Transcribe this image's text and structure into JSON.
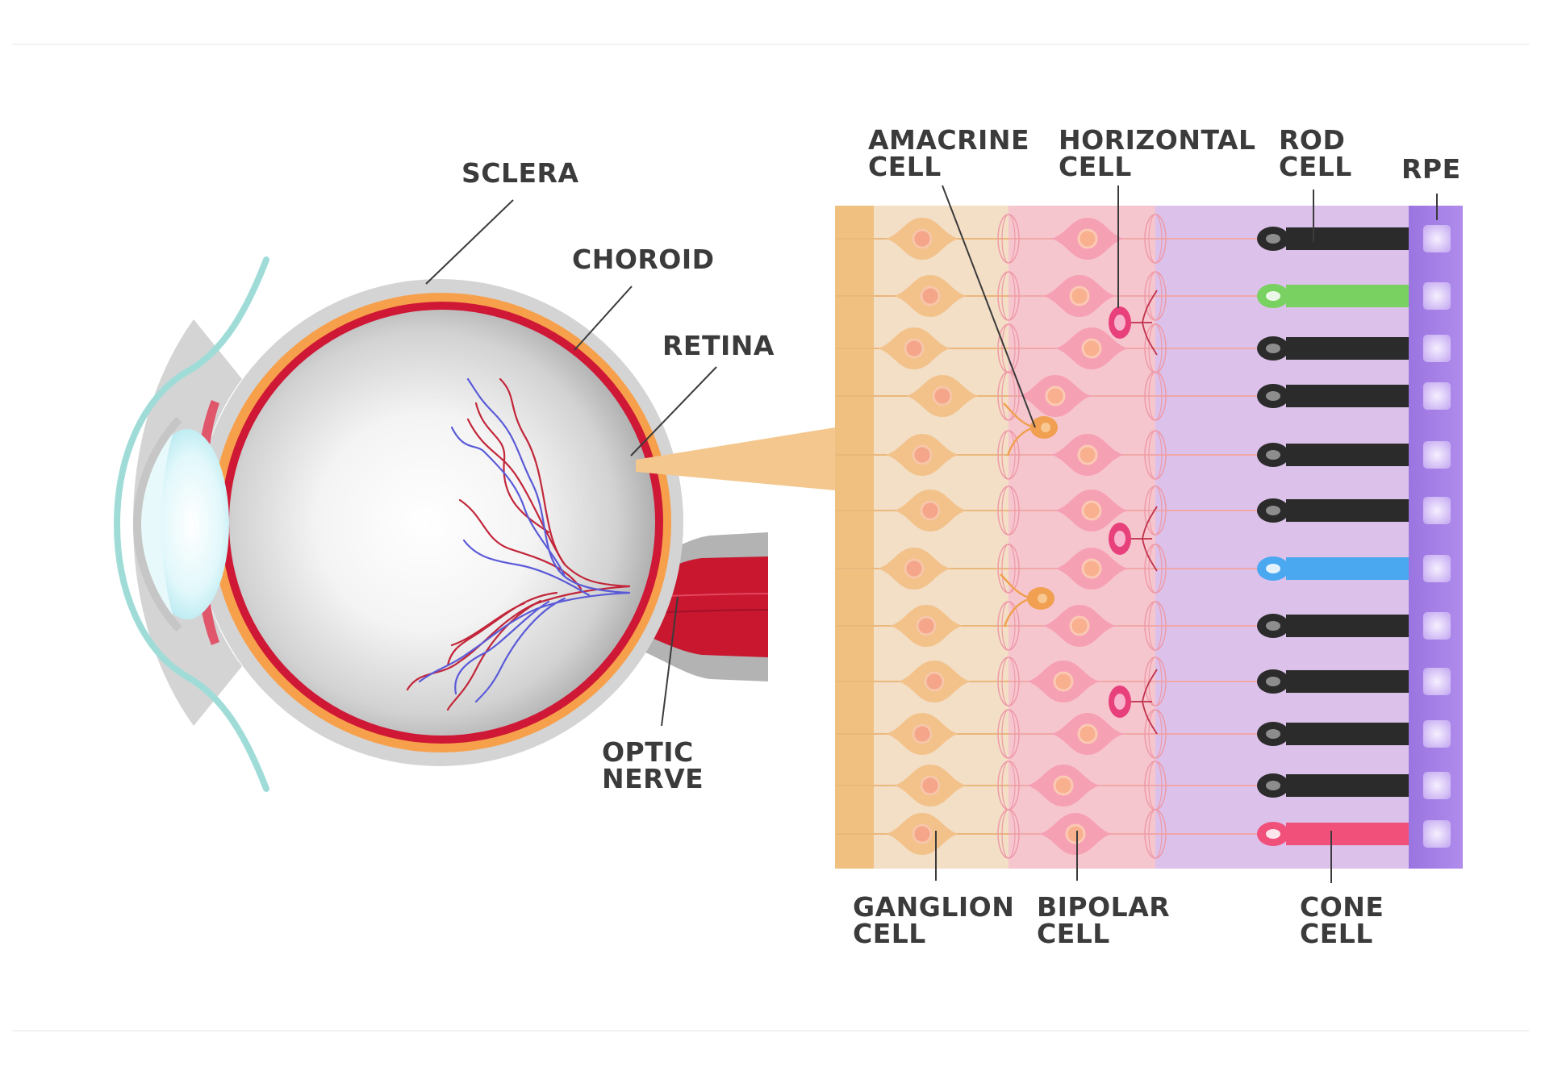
{
  "labels": {
    "sclera": "SCLERA",
    "choroid": "CHOROID",
    "retina": "RETINA",
    "optic_nerve": "OPTIC\nNERVE",
    "amacrine_cell": "AMACRINE\nCELL",
    "horizontal_cell": "HORIZONTAL\nCELL",
    "rod_cell": "ROD\nCELL",
    "rpe": "RPE",
    "ganglion_cell": "GANGLION\nCELL",
    "bipolar_cell": "BIPOLAR\nCELL",
    "cone_cell": "CONE\nCELL"
  },
  "colors": {
    "sclera": "#d4d4d4",
    "choroid": "#f7a04c",
    "retina": "#cf1836",
    "lens": "#bfeef5",
    "cornea": "#9fdcd8",
    "nerve_fiber_layer": "#f0c080",
    "ganglion_layer": "#f3dec6",
    "bipolar_layer": "#f6c6cf",
    "photoreceptor_layer": "#dcc1ea",
    "rpe_layer": "#a680e6",
    "ganglion_cell": "#f2c28a",
    "bipolar_cell": "#f6a0b4",
    "rod": "#2b2b2b",
    "cone_green": "#78d160",
    "cone_blue": "#4aa8f0",
    "cone_red": "#f0507a",
    "text": "#3b3b3b"
  },
  "photoreceptors": [
    "rod",
    "cone_green",
    "rod",
    "rod",
    "rod",
    "rod",
    "cone_blue",
    "rod",
    "rod",
    "rod",
    "rod",
    "cone_red"
  ]
}
